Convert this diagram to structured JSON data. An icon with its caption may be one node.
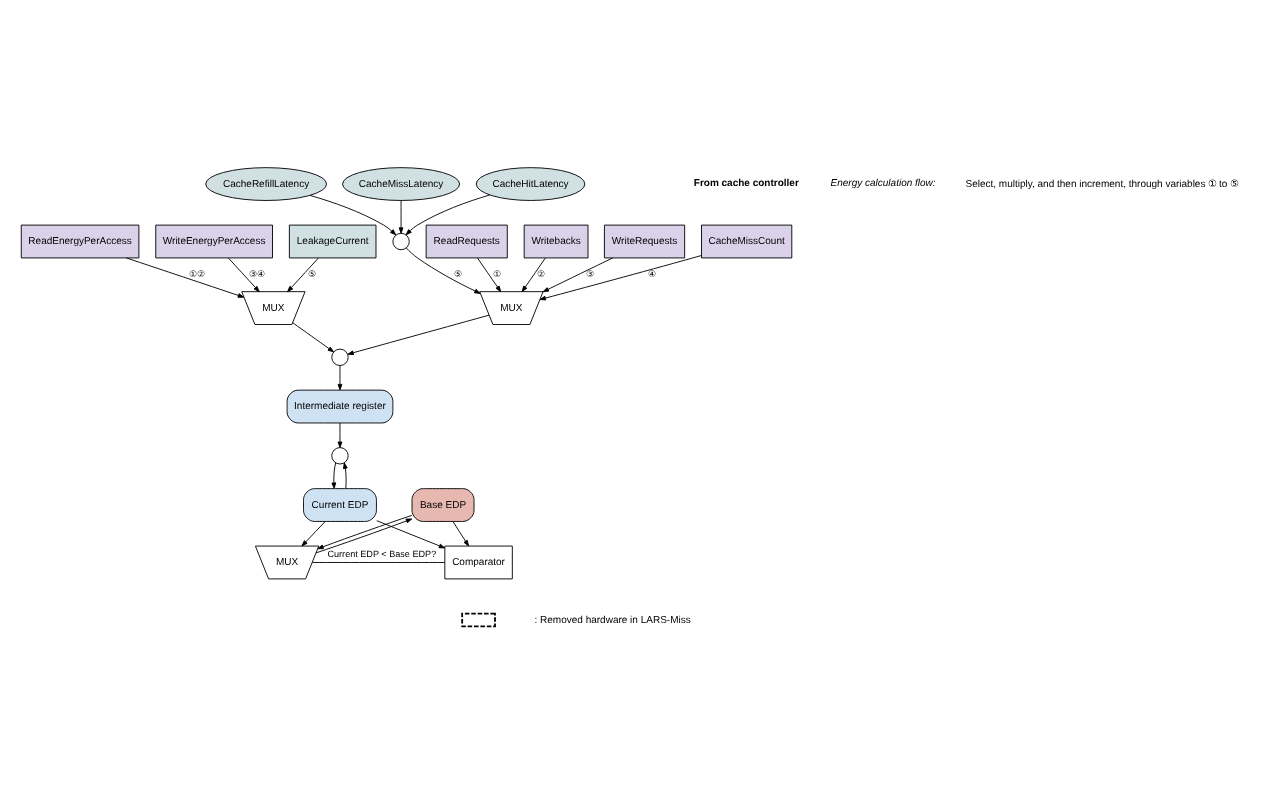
{
  "diagram": {
    "nodes": [
      {
        "text": [
          "ReadEnergyPerAccess"
        ]
      },
      {
        "text": [
          "WriteEnergyPerAccess"
        ]
      },
      {
        "text": [
          "LeakageCurrent"
        ]
      },
      {
        "text": [
          "MUX"
        ]
      },
      {
        "text": [
          "ReadRequests"
        ]
      },
      {
        "text": [
          "Writebacks"
        ]
      },
      {
        "text": [
          "WriteRequests"
        ]
      },
      {
        "text": [
          "CacheMissCount"
        ]
      },
      {
        "text": [
          "CacheMissLatency"
        ]
      },
      {
        "text": [
          "CacheHitLatency"
        ]
      },
      {
        "text": [
          "CacheRefillLatency"
        ]
      },
      {
        "text": [],
        "shape": "circle"
      },
      {
        "text": [
          "MUX"
        ]
      },
      {
        "text": [],
        "shape": "circle"
      },
      {
        "text": [
          "Intermediate register"
        ]
      },
      {
        "text": [],
        "shape": "circle"
      },
      {
        "text": [
          "Current EDP"
        ]
      },
      {
        "text": [
          "MUX"
        ]
      },
      {
        "text": [
          "Base EDP"
        ]
      },
      {
        "text": [
          "Comparator"
        ]
      }
    ],
    "edges": [
      {
        "from": 0,
        "to": 3,
        "arrow": "to",
        "label": "①②"
      },
      {
        "from": 1,
        "to": 3,
        "arrow": "to",
        "label": "③④"
      },
      {
        "from": 2,
        "to": 3,
        "arrow": "to",
        "label": "⑤"
      },
      {
        "from": 4,
        "to": 12,
        "arrow": "to",
        "label": "①"
      },
      {
        "from": 5,
        "to": 12,
        "arrow": "to",
        "label": "②"
      },
      {
        "from": 6,
        "to": 12,
        "arrow": "to",
        "label": "③"
      },
      {
        "from": 7,
        "to": 12,
        "arrow": "to",
        "label": "④"
      },
      {
        "from": 8,
        "to": 11,
        "arrow": "to"
      },
      {
        "from": 9,
        "to": 11,
        "arrow": "to"
      },
      {
        "from": 10,
        "to": 11,
        "arrow": "to"
      },
      {
        "from": 11,
        "to": 12,
        "arrow": "to",
        "label": "⑤"
      },
      {
        "from": 3,
        "to": 13,
        "arrow": "to"
      },
      {
        "from": 12,
        "to": 13,
        "arrow": "to"
      },
      {
        "from": 13,
        "to": 14,
        "arrow": "to"
      },
      {
        "from": 14,
        "to": 15,
        "arrow": "to"
      },
      {
        "from": 15,
        "to": 16,
        "arrow": "to"
      },
      {
        "from": 16,
        "to": 15,
        "arrow": "to"
      },
      {
        "from": 16,
        "to": 19,
        "arrow": "to"
      },
      {
        "from": 16,
        "to": 17,
        "arrow": "to"
      },
      {
        "from": 18,
        "to": 17,
        "arrow": "to"
      },
      {
        "from": 17,
        "to": 18,
        "arrow": "to"
      },
      {
        "from": 18,
        "to": 19,
        "arrow": "to"
      },
      {
        "from": 19,
        "to": 17,
        "arrow": "none",
        "label": "Current EDP < Base EDP?"
      }
    ],
    "labels": [
      "From cache controller",
      "Energy calculation flow:",
      "Select, multiply, and then increment, through variables ① to ⑤"
    ],
    "legend": [
      {
        "text": ": Removed hardware in LARS-Miss"
      }
    ]
  }
}
